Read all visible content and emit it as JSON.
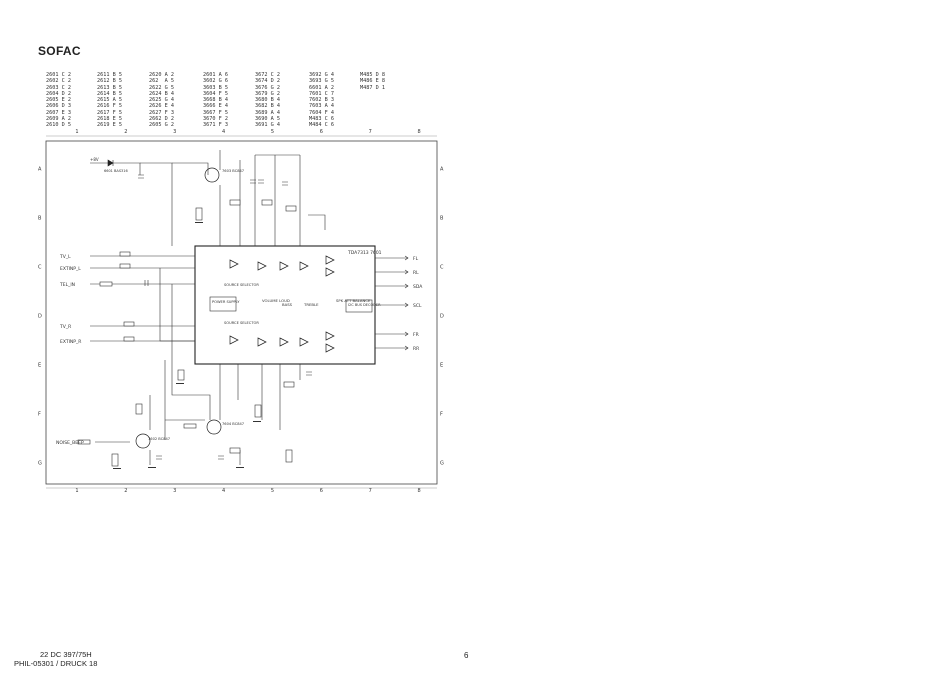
{
  "header": {
    "brand": "SOFAC"
  },
  "parts_columns": [
    [
      "2601 C 2",
      "2602 C 2",
      "2603 C 2",
      "2604 D 2",
      "2605 E 2",
      "2606 D 3",
      "2607 E 3",
      "2609 A 2",
      "2610 D 5"
    ],
    [
      "2611 B 5",
      "2612 B 5",
      "2613 B 5",
      "2614 B 5",
      "2615 A 5",
      "2616 F 5",
      "2617 F 5",
      "2618 E 5",
      "2619 E 5"
    ],
    [
      "2620 A 2",
      "262  A 5",
      "2622 G 5",
      "2624 B 4",
      "2625 G 4",
      "2626 E 4",
      "2627 F 3",
      "2662 D 2",
      "2605 G 2"
    ],
    [
      "2601 A 6",
      "3602 G 6",
      "3603 B 5",
      "3604 F 5",
      "3668 B 4",
      "3666 E 4",
      "3667 F 5",
      "3670 F 2",
      "3671 F 3"
    ],
    [
      "3672 C 2",
      "3674 D 2",
      "3676 G 2",
      "3679 G 2",
      "3680 B 4",
      "3682 B 4",
      "3689 A 4",
      "3690 A 5",
      "3691 G 4"
    ],
    [
      "3692 G 4",
      "3693 G 5",
      "6601 A 2",
      "7601 C 7",
      "7602 B 3",
      "7603 A 4",
      "7604 F 4",
      "M483 C 6",
      "M484 C 6"
    ],
    [
      "M485 D 8",
      "M486 E 8",
      "M487 D 1"
    ]
  ],
  "grid": {
    "columns": [
      "1",
      "2",
      "3",
      "4",
      "5",
      "6",
      "7",
      "8"
    ],
    "rows": [
      "A",
      "B",
      "C",
      "D",
      "E",
      "F",
      "G"
    ]
  },
  "schematic": {
    "ic_label": "TDA7313 7601",
    "power_supply": "POWER SUPPLY",
    "source_selector_top": "SOURCE SELECTOR",
    "source_selector_bottom": "SOURCE SELECTOR",
    "volume_loud": "VOLUME LOUD",
    "bass": "BASS",
    "treble": "TREBLE",
    "spk_att_balance": "SPK ATT BALANCE",
    "i2c_bus": "I2C BUS DECODER",
    "supply": "+8V",
    "in_tv_l": "TV_L",
    "in_ext_l": "EXTINP_L",
    "in_tel": "TEL_IN",
    "in_tv_r": "TV_R",
    "in_ext_r": "EXTINP_R",
    "in_beep": "NOISE_BEEP",
    "out_fl": "FL",
    "out_rl": "RL",
    "out_sda": "SDA",
    "out_scl": "SCL",
    "out_fr": "FR",
    "out_rr": "RR",
    "t1": "7603 BC847",
    "t2": "7604 BC847",
    "t3": "7602 BC847",
    "d1": "6601 BAS316"
  },
  "footer": {
    "model": "22 DC 397/75H",
    "code": "PHIL-05301 / DRUCK 18",
    "page": "6"
  }
}
